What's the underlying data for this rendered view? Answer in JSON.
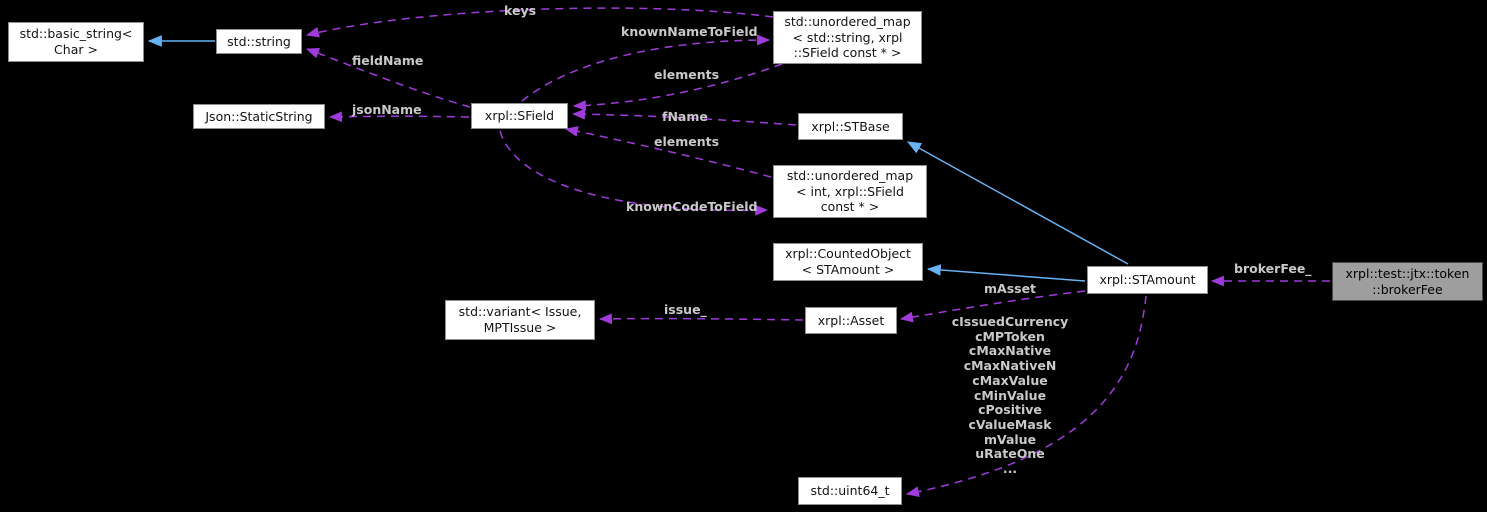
{
  "diagram_type": "collaboration-graph",
  "colors": {
    "background": "#000000",
    "usage_edge": "#A03BDB",
    "inheritance_edge": "#66B2F2",
    "node_fill": "#ffffff",
    "node_border": "#8E8E8E",
    "highlight_fill": "#9E9E9E",
    "edge_label_text": "#C9C9C9",
    "node_text": "#141414"
  },
  "nodes": {
    "basic_string": {
      "label": "std::basic_string<\nChar >"
    },
    "string": {
      "label": "std::string"
    },
    "static_string": {
      "label": "Json::StaticString"
    },
    "sfield": {
      "label": "xrpl::SField"
    },
    "map_string": {
      "label": "std::unordered_map\n< std::string, xrpl\n::SField const * >"
    },
    "stbase": {
      "label": "xrpl::STBase"
    },
    "map_int": {
      "label": "std::unordered_map\n< int, xrpl::SField\nconst * >"
    },
    "counted_object": {
      "label": "xrpl::CountedObject\n< STAmount >"
    },
    "stamount": {
      "label": "xrpl::STAmount"
    },
    "broker_fee": {
      "label": "xrpl::test::jtx::token\n::brokerFee"
    },
    "variant": {
      "label": "std::variant< Issue,\nMPTIssue >"
    },
    "asset": {
      "label": "xrpl::Asset"
    },
    "uint64": {
      "label": "std::uint64_t"
    }
  },
  "edge_labels": {
    "keys": "keys",
    "known_name_to_field": "knownNameToField",
    "field_name": "fieldName",
    "json_name": "jsonName",
    "elements_top": "elements",
    "f_name": "fName",
    "elements_bottom": "elements",
    "known_code_to_field": "knownCodeToField",
    "m_asset": "mAsset",
    "broker_fee": "brokerFee_",
    "issue": "issue_",
    "stamount_uint64_members": "cIssuedCurrency\ncMPToken\ncMaxNative\ncMaxNativeN\ncMaxValue\ncMinValue\ncPositive\ncValueMask\nmValue\nuRateOne\n..."
  }
}
